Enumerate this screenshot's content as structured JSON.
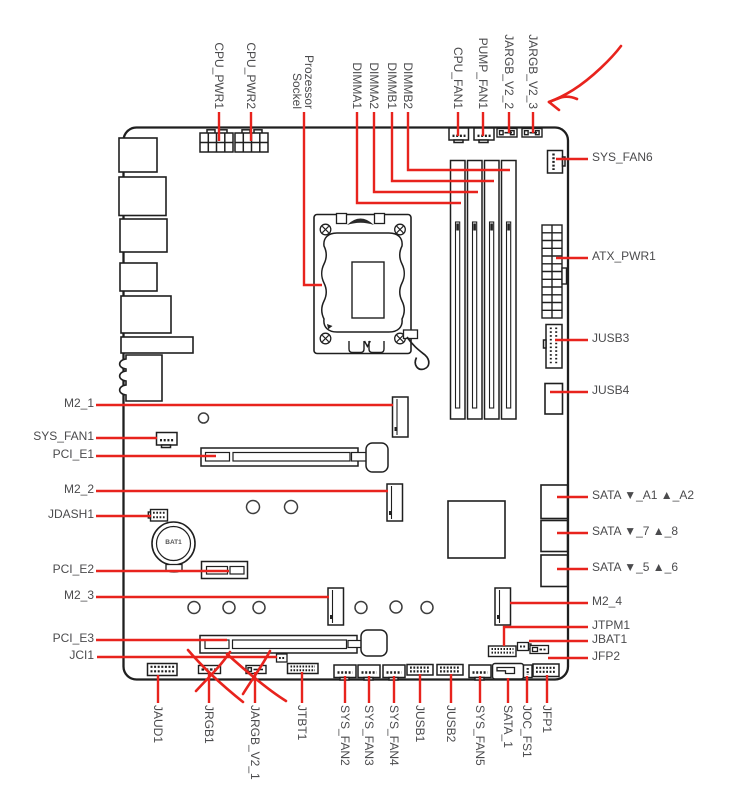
{
  "board": {
    "battery_label": "BAT1",
    "colors": {
      "leader_red": "#e8231d",
      "label_text": "#4b4b4d",
      "outline": "#1f1f1f"
    },
    "labels": {
      "top": [
        {
          "id": "cpu-pwr1",
          "text": "CPU_PWR1"
        },
        {
          "id": "cpu-pwr2",
          "text": "CPU_PWR2"
        },
        {
          "id": "prozessor-sockel",
          "line1": "Prozessor",
          "line2": "Sockel"
        },
        {
          "id": "dimma1",
          "text": "DIMMA1"
        },
        {
          "id": "dimma2",
          "text": "DIMMA2"
        },
        {
          "id": "dimmb1",
          "text": "DIMMB1"
        },
        {
          "id": "dimmb2",
          "text": "DIMMB2"
        },
        {
          "id": "cpu-fan1",
          "text": "CPU_FAN1"
        },
        {
          "id": "pump-fan1",
          "text": "PUMP_FAN1"
        },
        {
          "id": "jargb-v2-2",
          "text": "JARGB_V2_2"
        },
        {
          "id": "jargb-v2-3",
          "text": "JARGB_V2_3"
        }
      ],
      "right": [
        {
          "id": "sys-fan6",
          "text": "SYS_FAN6"
        },
        {
          "id": "atx-pwr1",
          "text": "ATX_PWR1"
        },
        {
          "id": "jusb3",
          "text": "JUSB3"
        },
        {
          "id": "jusb4",
          "text": "JUSB4"
        },
        {
          "id": "sata-a1-a2",
          "text": "SATA ▼_A1 ▲_A2"
        },
        {
          "id": "sata-7-8",
          "text": "SATA ▼_7 ▲_8"
        },
        {
          "id": "sata-5-6",
          "text": "SATA ▼_5 ▲_6"
        },
        {
          "id": "m2-4",
          "text": "M2_4"
        },
        {
          "id": "jtpm1",
          "text": "JTPM1"
        },
        {
          "id": "jbat1",
          "text": "JBAT1"
        },
        {
          "id": "jfp2",
          "text": "JFP2"
        }
      ],
      "left": [
        {
          "id": "m2-1",
          "text": "M2_1"
        },
        {
          "id": "sys-fan1",
          "text": "SYS_FAN1"
        },
        {
          "id": "pci-e1",
          "text": "PCI_E1"
        },
        {
          "id": "m2-2",
          "text": "M2_2"
        },
        {
          "id": "jdash1",
          "text": "JDASH1"
        },
        {
          "id": "pci-e2",
          "text": "PCI_E2"
        },
        {
          "id": "m2-3",
          "text": "M2_3"
        },
        {
          "id": "pci-e3",
          "text": "PCI_E3"
        },
        {
          "id": "jci1",
          "text": "JCI1"
        }
      ],
      "bottom": [
        {
          "id": "jaud1",
          "text": "JAUD1"
        },
        {
          "id": "jrgb1",
          "text": "JRGB1"
        },
        {
          "id": "jargb-v2-1",
          "text": "JARGB_V2_1"
        },
        {
          "id": "jtbt1",
          "text": "JTBT1"
        },
        {
          "id": "sys-fan2",
          "text": "SYS_FAN2"
        },
        {
          "id": "sys-fan3",
          "text": "SYS_FAN3"
        },
        {
          "id": "sys-fan4",
          "text": "SYS_FAN4"
        },
        {
          "id": "jusb1",
          "text": "JUSB1"
        },
        {
          "id": "jusb2",
          "text": "JUSB2"
        },
        {
          "id": "sys-fan5",
          "text": "SYS_FAN5"
        },
        {
          "id": "sata-1",
          "text": "SATA_1"
        },
        {
          "id": "joc-fs1",
          "text": "JOC_FS1"
        },
        {
          "id": "jfp1",
          "text": "JFP1"
        }
      ]
    },
    "annotations": [
      {
        "id": "arrow",
        "type": "hand-drawn-arrow",
        "points_to": "JARGB_V2_3"
      },
      {
        "id": "cross-jrgb1",
        "type": "cross-out",
        "target": "JRGB1"
      },
      {
        "id": "cross-jargb-v2-1",
        "type": "cross-out",
        "target": "JARGB_V2_1"
      }
    ]
  }
}
